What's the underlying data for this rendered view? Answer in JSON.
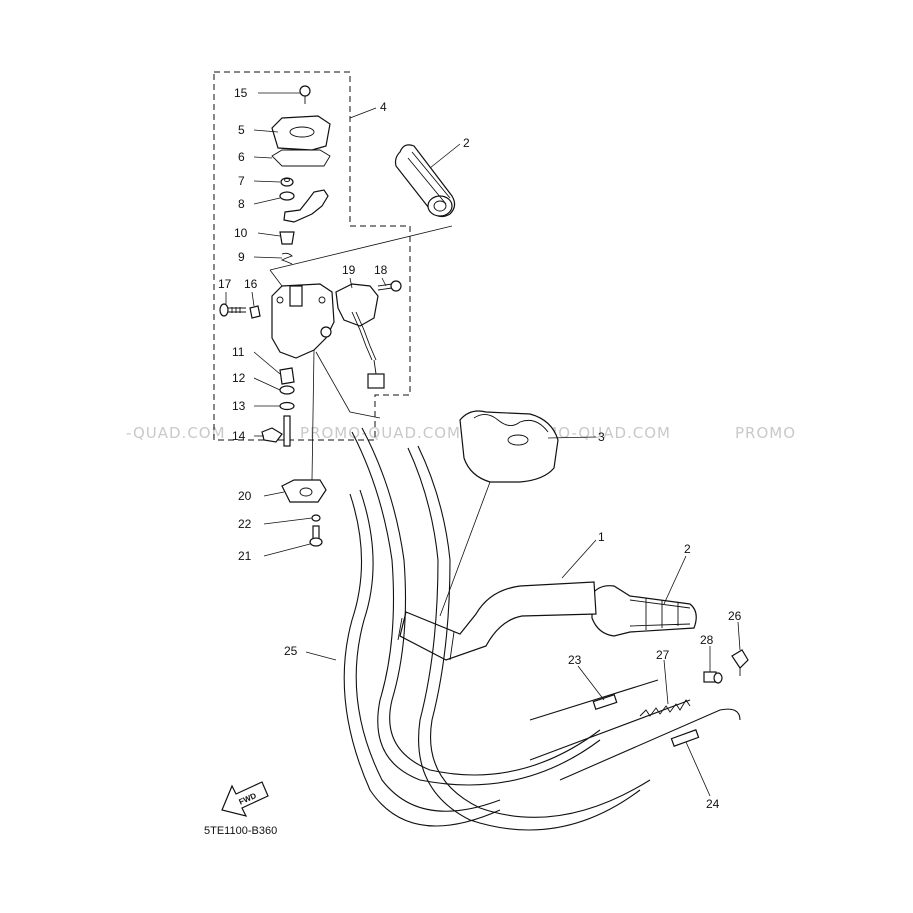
{
  "diagram": {
    "code": "5TE1100-B360",
    "fwd_label": "FWD",
    "watermarks": [
      "-QUAD.COM",
      "PROMO-QUAD.COM",
      "PROMO-QUAD.COM",
      "PROMO"
    ],
    "labels": [
      {
        "id": "1",
        "text": "1"
      },
      {
        "id": "2a",
        "text": "2"
      },
      {
        "id": "2b",
        "text": "2"
      },
      {
        "id": "3",
        "text": "3"
      },
      {
        "id": "4",
        "text": "4"
      },
      {
        "id": "5",
        "text": "5"
      },
      {
        "id": "6",
        "text": "6"
      },
      {
        "id": "7",
        "text": "7"
      },
      {
        "id": "8",
        "text": "8"
      },
      {
        "id": "9",
        "text": "9"
      },
      {
        "id": "10",
        "text": "10"
      },
      {
        "id": "11",
        "text": "11"
      },
      {
        "id": "12",
        "text": "12"
      },
      {
        "id": "13",
        "text": "13"
      },
      {
        "id": "14",
        "text": "14"
      },
      {
        "id": "15",
        "text": "15"
      },
      {
        "id": "16",
        "text": "16"
      },
      {
        "id": "17",
        "text": "17"
      },
      {
        "id": "18",
        "text": "18"
      },
      {
        "id": "19",
        "text": "19"
      },
      {
        "id": "20",
        "text": "20"
      },
      {
        "id": "21",
        "text": "21"
      },
      {
        "id": "22",
        "text": "22"
      },
      {
        "id": "23",
        "text": "23"
      },
      {
        "id": "24",
        "text": "24"
      },
      {
        "id": "25",
        "text": "25"
      },
      {
        "id": "26",
        "text": "26"
      },
      {
        "id": "27",
        "text": "27"
      },
      {
        "id": "28",
        "text": "28"
      }
    ]
  }
}
